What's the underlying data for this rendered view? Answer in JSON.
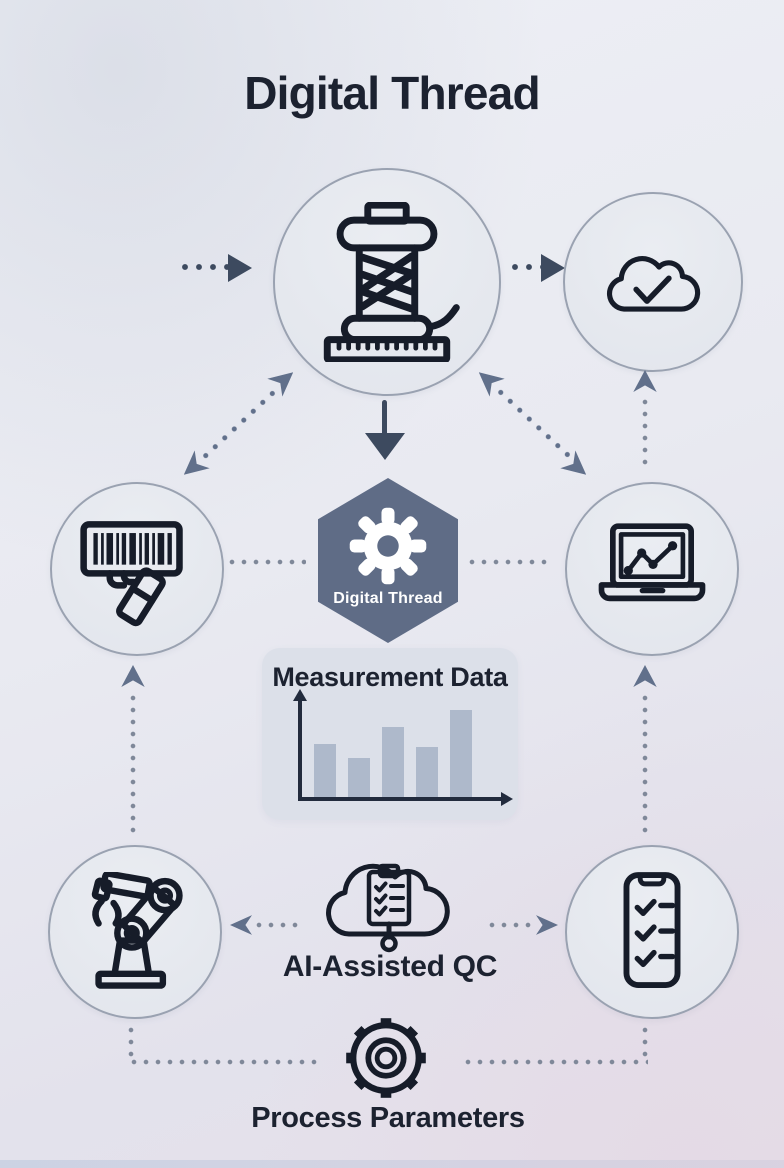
{
  "title": "Digital Thread",
  "colors": {
    "text_dark": "#1c2230",
    "node_fill": "#e2e5ec",
    "node_fill_light": "#eaedf2",
    "node_border": "#9aa2b1",
    "icon_stroke": "#161c29",
    "hexagon_fill": "#5f6c86",
    "hexagon_text": "#ffffff",
    "connector_dark": "#3d4a5f",
    "connector_slate": "#61708b",
    "connector_gray": "#7f8899",
    "panel_fill": "#dce0e9",
    "chart_bar": "#aeb9cb",
    "axis_color": "#222b3d"
  },
  "nodes": {
    "thread_spool": {
      "icon": "thread-spool-ruler-icon"
    },
    "cloud_sync": {
      "icon": "cloud-check-icon"
    },
    "barcode_scanner": {
      "icon": "barcode-scanner-icon"
    },
    "digital_thread_hub": {
      "label": "Digital Thread",
      "icon": "gear-icon"
    },
    "analytics_laptop": {
      "icon": "laptop-chart-icon"
    },
    "measurement_panel": {
      "title": "Measurement Data",
      "icon": "bar-chart-icon"
    },
    "robot_arm": {
      "icon": "robot-arm-icon"
    },
    "ai_qc": {
      "label": "AI-Assisted QC",
      "icon": "cloud-clipboard-icon"
    },
    "mobile_checklist": {
      "icon": "phone-checklist-icon"
    },
    "process_parameters": {
      "label": "Process Parameters",
      "icon": "gear-outline-icon"
    }
  },
  "chart_data": {
    "type": "bar",
    "title": "Measurement Data",
    "categories": [
      "",
      "",
      "",
      "",
      ""
    ],
    "values": [
      55,
      40,
      72,
      52,
      90
    ],
    "xlabel": "",
    "ylabel": "",
    "ylim": [
      0,
      100
    ],
    "grid": false,
    "legend": false
  }
}
